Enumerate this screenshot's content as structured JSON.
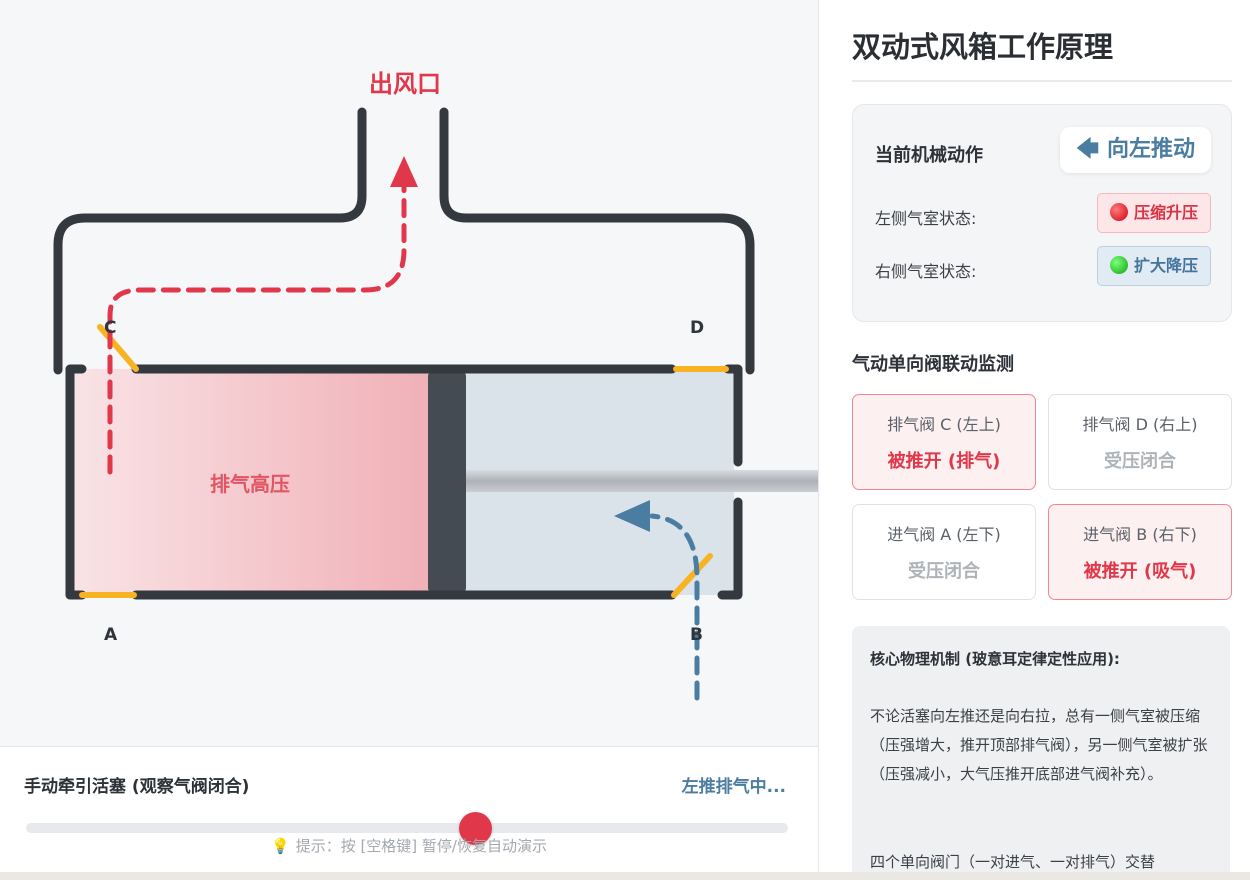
{
  "diagram": {
    "outlet_label": "出风口",
    "chamber_label": "排气高压",
    "valve_labels": {
      "c": "C",
      "d": "D",
      "a": "A",
      "b": "B"
    }
  },
  "controls": {
    "title": "手动牵引活塞 (观察气阀闭合)",
    "status": "左推排气中...",
    "slider_value": 0.59,
    "hint": "提示：按 [空格键] 暂停/恢复自动演示"
  },
  "panel": {
    "title": "双动式风箱工作原理",
    "action_label": "当前机械动作",
    "action_value": "向左推动",
    "left_chamber_label": "左侧气室状态:",
    "left_chamber_state": "压缩升压",
    "right_chamber_label": "右侧气室状态:",
    "right_chamber_state": "扩大降压",
    "monitor_title": "气动单向阀联动监测",
    "valves": [
      {
        "name": "排气阀 C (左上)",
        "state": "被推开 (排气)",
        "active": true
      },
      {
        "name": "排气阀 D (右上)",
        "state": "受压闭合",
        "active": false
      },
      {
        "name": "进气阀 A (左下)",
        "state": "受压闭合",
        "active": false
      },
      {
        "name": "进气阀 B (右下)",
        "state": "被推开 (吸气)",
        "active": true
      }
    ],
    "physics_title": "核心物理机制 (玻意耳定律定性应用):",
    "physics_p1": "不论活塞向左推还是向右拉，总有一侧气室被压缩（压强增大，推开顶部排气阀），另一侧气室被扩张（压强减小，大气压推开底部进气阀补充）。",
    "physics_p2": "四个单向阀门（一对进气、一对排气）交替"
  },
  "colors": {
    "exhaust_red": "#e0384a",
    "intake_blue": "#4a7da1",
    "valve_yellow": "#f7b324",
    "wall_dark": "#33393f"
  }
}
